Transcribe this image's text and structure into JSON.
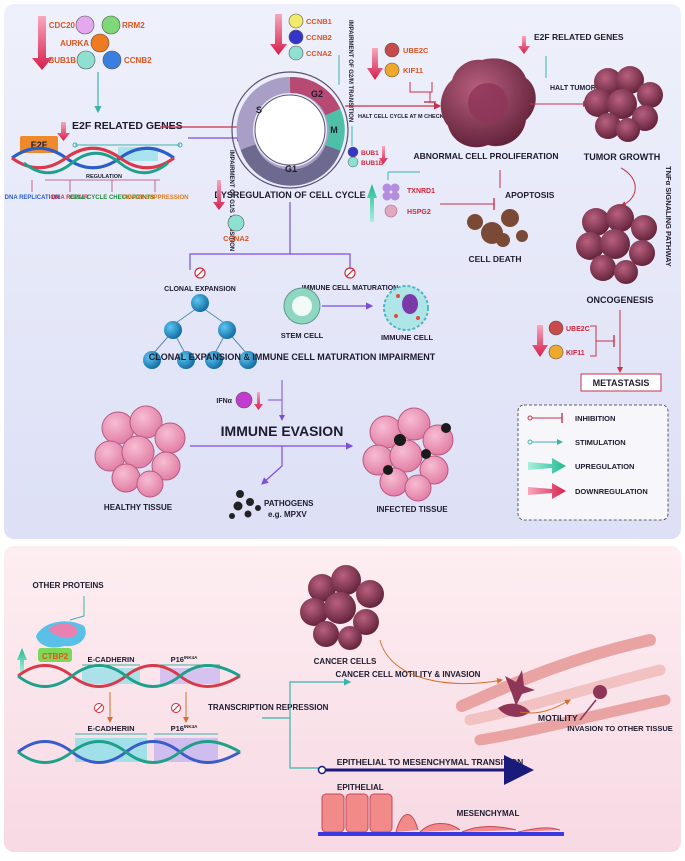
{
  "top": {
    "genes_cluster1": {
      "cdc20": "CDC20",
      "rrm2": "RRM2",
      "aurka": "AURKA",
      "bub1b": "BUB1B",
      "ccnb2": "CCNB2"
    },
    "e2f_genes_title": "E2F RELATED GENES",
    "e2f_box": "E2F",
    "regulation": "REGULATION",
    "dna_functions": [
      "DNA REPLICATION",
      "DNA REPAIR",
      "CELL CYCLE CHECK POINTS",
      "TUMOR SUPPRESSION"
    ],
    "cycle_genes": {
      "ccnb1": "CCNB1",
      "ccnb2": "CCNB2",
      "ccna2": "CCNA2"
    },
    "g2m_impairment": "IMPAIRMENT OF G2/M TRANSITION",
    "phases": {
      "g2": "G2",
      "m": "M",
      "s": "S",
      "g1": "G1"
    },
    "halt_cycle": "HALT CELL CYCLE AT M CHECK POINT",
    "g1s_impairment": "IMPAIRMENT OF G1/S TRANSITION",
    "ccna2_lower": "CCNA2",
    "dysregulation": "DYSREGULATION OF CELL CYCLE",
    "prolif_genes": {
      "ube2c": "UBE2C",
      "kif11": "KIF11"
    },
    "bub_genes": {
      "bub1": "BUB1",
      "bub1b": "BUB1B"
    },
    "abnormal_prolif": "ABNORMAL CELL PROLIFERATION",
    "apoptosis_genes": {
      "txnrd1": "TXNRD1",
      "hspg2": "HSPG2"
    },
    "apoptosis": "APOPTOSIS",
    "cell_death": "CELL DEATH",
    "e2f_genes_right": "E2F RELATED GENES",
    "halt_tumor": "HALT TUMOR SUPPRESSION",
    "tumor_growth": "TUMOR GROWTH",
    "tnf_pathway": "TNFα SIGNALING PATHWAY",
    "oncogenesis": "ONCOGENESIS",
    "meta_genes": {
      "ube2c": "UBE2C",
      "kif11": "KIF11"
    },
    "metastasis": "METASTASIS",
    "clonal_expansion": "CLONAL EXPANSION",
    "immune_maturation": "IMMUNE CELL MATURATION",
    "stem_cell": "STEM CELL",
    "immune_cell": "IMMUNE CELL",
    "impairment_title": "CLONAL EXPANSION & IMMUNE CELL MATURATION IMPAIRMENT",
    "ifna": "IFNα",
    "immune_evasion": "IMMUNE EVASION",
    "healthy_tissue": "HEALTHY TISSUE",
    "infected_tissue": "INFECTED TISSUE",
    "pathogens": "PATHOGENS",
    "pathogens_eg": "e.g. MPXV"
  },
  "legend": {
    "inhibition": "INHIBITION",
    "stimulation": "STIMULATION",
    "upregulation": "UPREGULATION",
    "downregulation": "DOWNREGULATION"
  },
  "bottom": {
    "other_proteins": "OTHER PROTEINS",
    "ctbp2": "CTBP2",
    "ecadherin_top": "E-CADHERIN",
    "p16_top": "P16",
    "p16_sup": "INK4A",
    "transcription_repression": "TRANSCRIPTION REPRESSION",
    "ecadherin_bottom": "E-CADHERIN",
    "p16_bottom": "P16",
    "cancer_cells": "CANCER CELLS",
    "motility_invasion": "CANCER CELL MOTILITY & INVASION",
    "motility": "MOTILITY",
    "invasion_other": "INVASION TO OTHER TISSUE",
    "emt": "EPITHELIAL TO MESENCHYMAL TRANSITION",
    "epithelial": "EPITHELIAL",
    "mesenchymal": "MESENCHYMAL"
  },
  "colors": {
    "inhibition": "#c8324a",
    "stimulation": "#3bb3a8",
    "stimulation_arrow": "#2ec4a0",
    "downregulation": "#e03a5c",
    "cancer": "#7a2e4a",
    "tissue": "#e98bb0",
    "navy": "#1a1a7a"
  }
}
